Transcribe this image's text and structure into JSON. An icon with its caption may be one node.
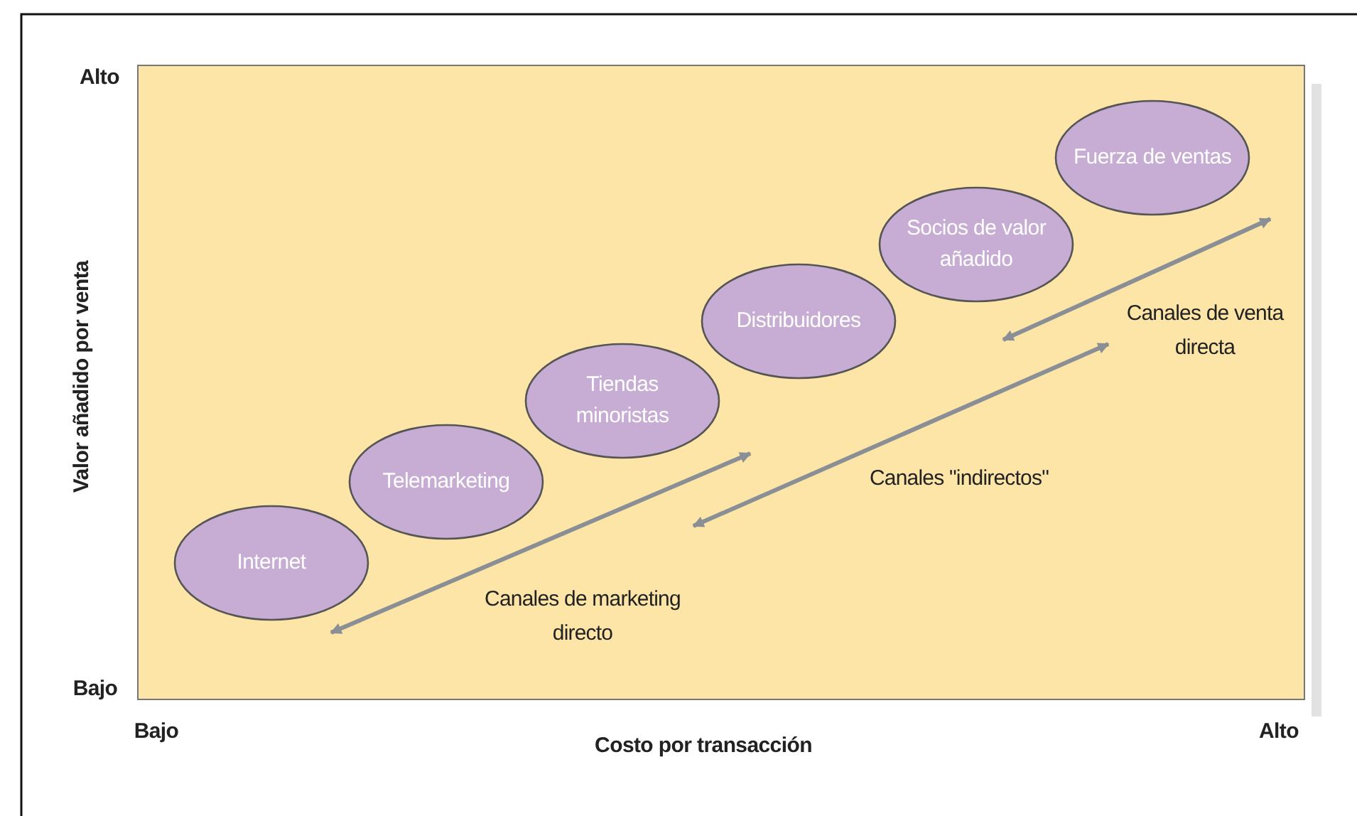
{
  "diagram": {
    "nodes": [
      {
        "text": [
          "Internet"
        ]
      },
      {
        "text": [
          "Telemarketing"
        ]
      },
      {
        "text": [
          "Tiendas minoristas"
        ]
      },
      {
        "text": [
          "Distribuidores"
        ]
      },
      {
        "text": [
          "Socios de valor añadido"
        ]
      },
      {
        "text": [
          "Fuerza de ventas"
        ]
      }
    ],
    "labels": [
      "Alto",
      "Valor añadido por venta",
      "Bajo",
      "Bajo",
      "Costo por transacción",
      "Alto",
      "Canales de marketing directo",
      "Canales \"indirectos\"",
      "Canales de venta directa"
    ]
  }
}
